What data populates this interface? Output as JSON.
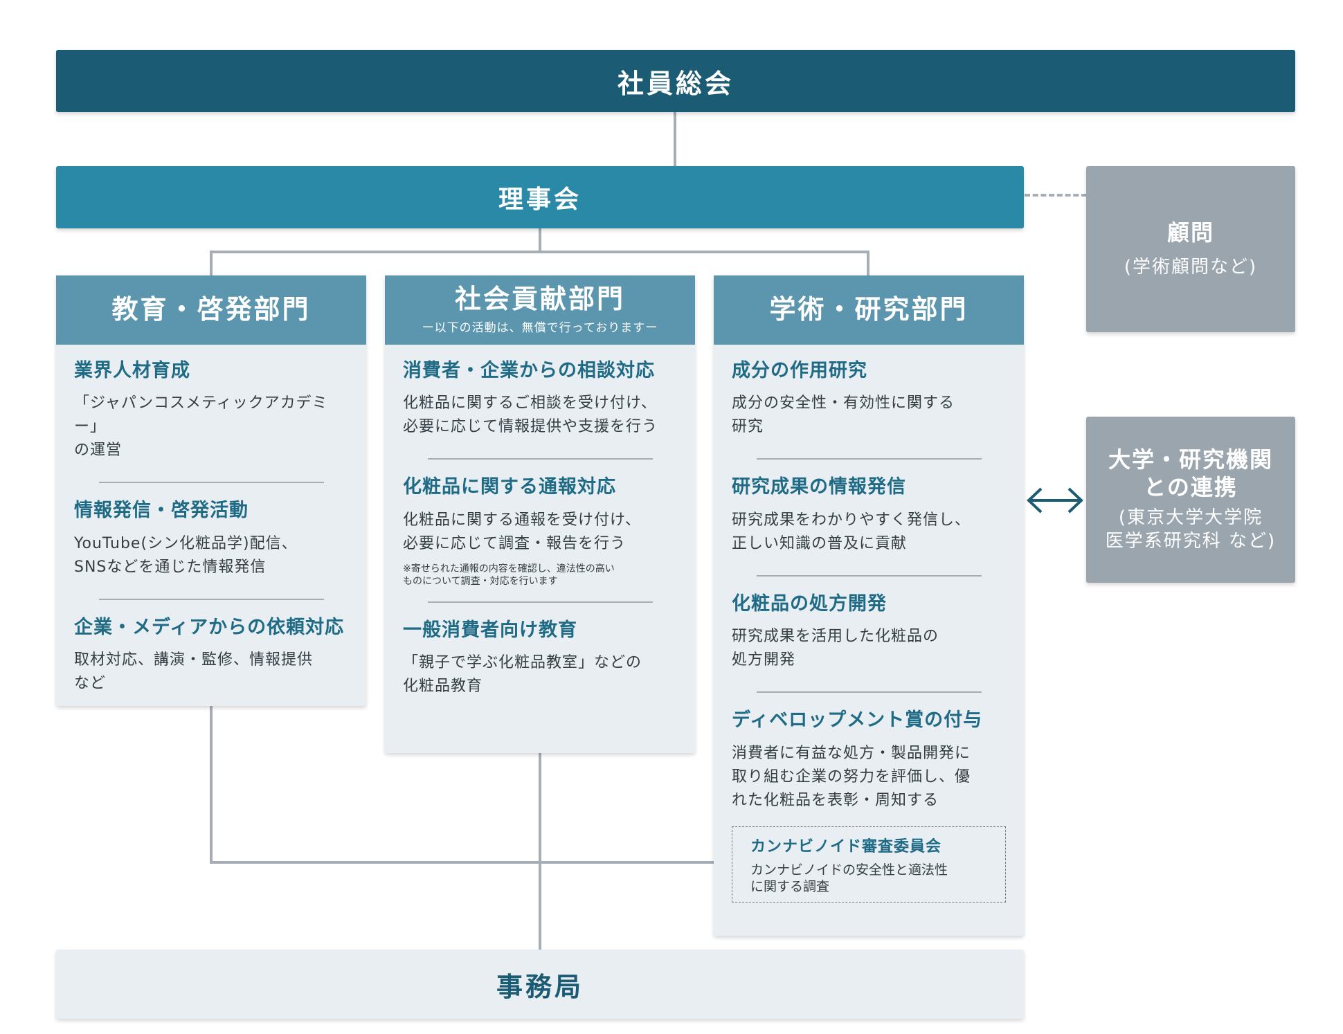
{
  "general_meeting": "社員総会",
  "board": "理事会",
  "advisor": {
    "title": "顧問",
    "sub": "(学術顧問など)"
  },
  "university": {
    "title_line1": "大学・研究機関",
    "title_line2": "との連携",
    "sub_line1": "(東京大学大学院",
    "sub_line2": "医学系研究科 など)"
  },
  "office": "事務局",
  "departments": [
    {
      "title": "教育・啓発部門",
      "items": [
        {
          "title": "業界人材育成",
          "text1": "「ジャパンコスメティックアカデミー」",
          "text2": "の運営"
        },
        {
          "title": "情報発信・啓発活動",
          "text1": "YouTube(シン化粧品学)配信、",
          "text2": "SNSなどを通じた情報発信"
        },
        {
          "title": "企業・メディアからの依頼対応",
          "text1": "取材対応、講演・監修、情報提供",
          "text2": "など"
        }
      ]
    },
    {
      "title": "社会貢献部門",
      "note": "ー以下の活動は、無償で行っておりますー",
      "items": [
        {
          "title": "消費者・企業からの相談対応",
          "text1": "化粧品に関するご相談を受け付け、",
          "text2": "必要に応じて情報提供や支援を行う"
        },
        {
          "title": "化粧品に関する通報対応",
          "text1": "化粧品に関する通報を受け付け、",
          "text2": "必要に応じて調査・報告を行う",
          "note1": "※寄せられた通報の内容を確認し、違法性の高い",
          "note2": "ものについて調査・対応を行います"
        },
        {
          "title": "一般消費者向け教育",
          "text1": "「親子で学ぶ化粧品教室」などの",
          "text2": "化粧品教育"
        }
      ]
    },
    {
      "title": "学術・研究部門",
      "items": [
        {
          "title": "成分の作用研究",
          "text1": "成分の安全性・有効性に関する",
          "text2": "研究"
        },
        {
          "title": "研究成果の情報発信",
          "text1": "研究成果をわかりやすく発信し、",
          "text2": "正しい知識の普及に貢献"
        },
        {
          "title": "化粧品の処方開発",
          "text1": "研究成果を活用した化粧品の",
          "text2": "処方開発"
        },
        {
          "title": "ディベロップメント賞の付与",
          "text1": "消費者に有益な処方・製品開発に",
          "text2": "取り組む企業の努力を評価し、優",
          "text3": "れた化粧品を表彰・周知する"
        }
      ],
      "committee": {
        "title": "カンナビノイド審査委員会",
        "text1": "カンナビノイドの安全性と適法性",
        "text2": "に関する調査"
      }
    }
  ]
}
